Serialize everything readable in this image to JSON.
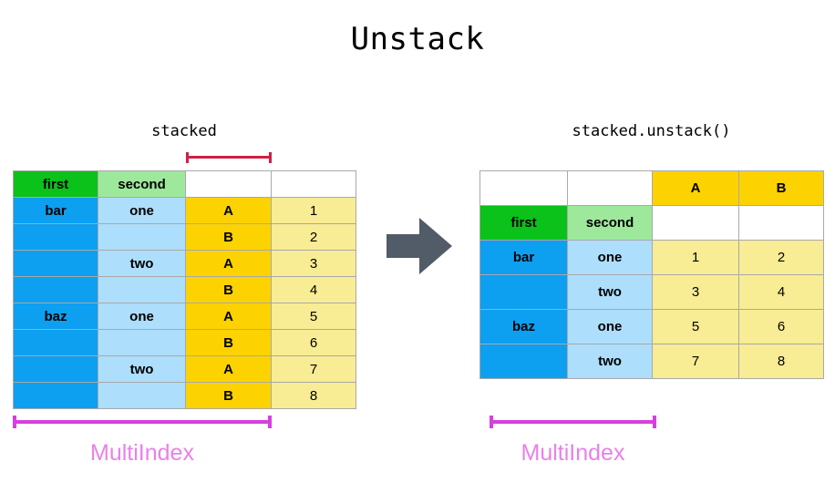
{
  "title": "Unstack",
  "colors": {
    "green": "#0ac219",
    "light_green": "#9ee89c",
    "blue": "#0d9ff0",
    "light_blue": "#addefc",
    "gold": "#fcd200",
    "light_yellow": "#f8ec94",
    "arrow": "#525b68",
    "bracket_red": "#cf2044",
    "bracket_magenta": "#d640dd",
    "multiindex_text": "#ea80ea",
    "grid_line": "#a9a9a9"
  },
  "left_panel": {
    "caption": "stacked",
    "bracket_label": "",
    "multiindex_label": "MultiIndex",
    "table": {
      "header": [
        {
          "text": "first",
          "style": "c-green"
        },
        {
          "text": "second",
          "style": "c-lightgreen"
        },
        {
          "text": "",
          "style": "c-blank"
        },
        {
          "text": "",
          "style": "c-blank"
        }
      ],
      "rows": [
        [
          {
            "text": "bar",
            "style": "c-blue"
          },
          {
            "text": "one",
            "style": "c-lightblue"
          },
          {
            "text": "A",
            "style": "c-gold"
          },
          {
            "text": "1",
            "style": "c-lightyellow"
          }
        ],
        [
          {
            "text": "",
            "style": "c-blue"
          },
          {
            "text": "",
            "style": "c-lightblue"
          },
          {
            "text": "B",
            "style": "c-gold"
          },
          {
            "text": "2",
            "style": "c-lightyellow"
          }
        ],
        [
          {
            "text": "",
            "style": "c-blue"
          },
          {
            "text": "two",
            "style": "c-lightblue"
          },
          {
            "text": "A",
            "style": "c-gold"
          },
          {
            "text": "3",
            "style": "c-lightyellow"
          }
        ],
        [
          {
            "text": "",
            "style": "c-blue"
          },
          {
            "text": "",
            "style": "c-lightblue"
          },
          {
            "text": "B",
            "style": "c-gold"
          },
          {
            "text": "4",
            "style": "c-lightyellow"
          }
        ],
        [
          {
            "text": "baz",
            "style": "c-blue"
          },
          {
            "text": "one",
            "style": "c-lightblue"
          },
          {
            "text": "A",
            "style": "c-gold"
          },
          {
            "text": "5",
            "style": "c-lightyellow"
          }
        ],
        [
          {
            "text": "",
            "style": "c-blue"
          },
          {
            "text": "",
            "style": "c-lightblue"
          },
          {
            "text": "B",
            "style": "c-gold"
          },
          {
            "text": "6",
            "style": "c-lightyellow"
          }
        ],
        [
          {
            "text": "",
            "style": "c-blue"
          },
          {
            "text": "two",
            "style": "c-lightblue"
          },
          {
            "text": "A",
            "style": "c-gold"
          },
          {
            "text": "7",
            "style": "c-lightyellow"
          }
        ],
        [
          {
            "text": "",
            "style": "c-blue"
          },
          {
            "text": "",
            "style": "c-lightblue"
          },
          {
            "text": "B",
            "style": "c-gold"
          },
          {
            "text": "8",
            "style": "c-lightyellow"
          }
        ]
      ]
    }
  },
  "right_panel": {
    "caption": "stacked.unstack()",
    "multiindex_label": "MultiIndex",
    "table": {
      "rows": [
        [
          {
            "text": "",
            "style": "c-blank"
          },
          {
            "text": "",
            "style": "c-blank"
          },
          {
            "text": "A",
            "style": "c-gold"
          },
          {
            "text": "B",
            "style": "c-gold"
          }
        ],
        [
          {
            "text": "first",
            "style": "c-green"
          },
          {
            "text": "second",
            "style": "c-lightgreen"
          },
          {
            "text": "",
            "style": "c-blank"
          },
          {
            "text": "",
            "style": "c-blank"
          }
        ],
        [
          {
            "text": "bar",
            "style": "c-blue"
          },
          {
            "text": "one",
            "style": "c-lightblue"
          },
          {
            "text": "1",
            "style": "c-lightyellow"
          },
          {
            "text": "2",
            "style": "c-lightyellow"
          }
        ],
        [
          {
            "text": "",
            "style": "c-blue"
          },
          {
            "text": "two",
            "style": "c-lightblue"
          },
          {
            "text": "3",
            "style": "c-lightyellow"
          },
          {
            "text": "4",
            "style": "c-lightyellow"
          }
        ],
        [
          {
            "text": "baz",
            "style": "c-blue"
          },
          {
            "text": "one",
            "style": "c-lightblue"
          },
          {
            "text": "5",
            "style": "c-lightyellow"
          },
          {
            "text": "6",
            "style": "c-lightyellow"
          }
        ],
        [
          {
            "text": "",
            "style": "c-blue"
          },
          {
            "text": "two",
            "style": "c-lightblue"
          },
          {
            "text": "7",
            "style": "c-lightyellow"
          },
          {
            "text": "8",
            "style": "c-lightyellow"
          }
        ]
      ]
    }
  }
}
